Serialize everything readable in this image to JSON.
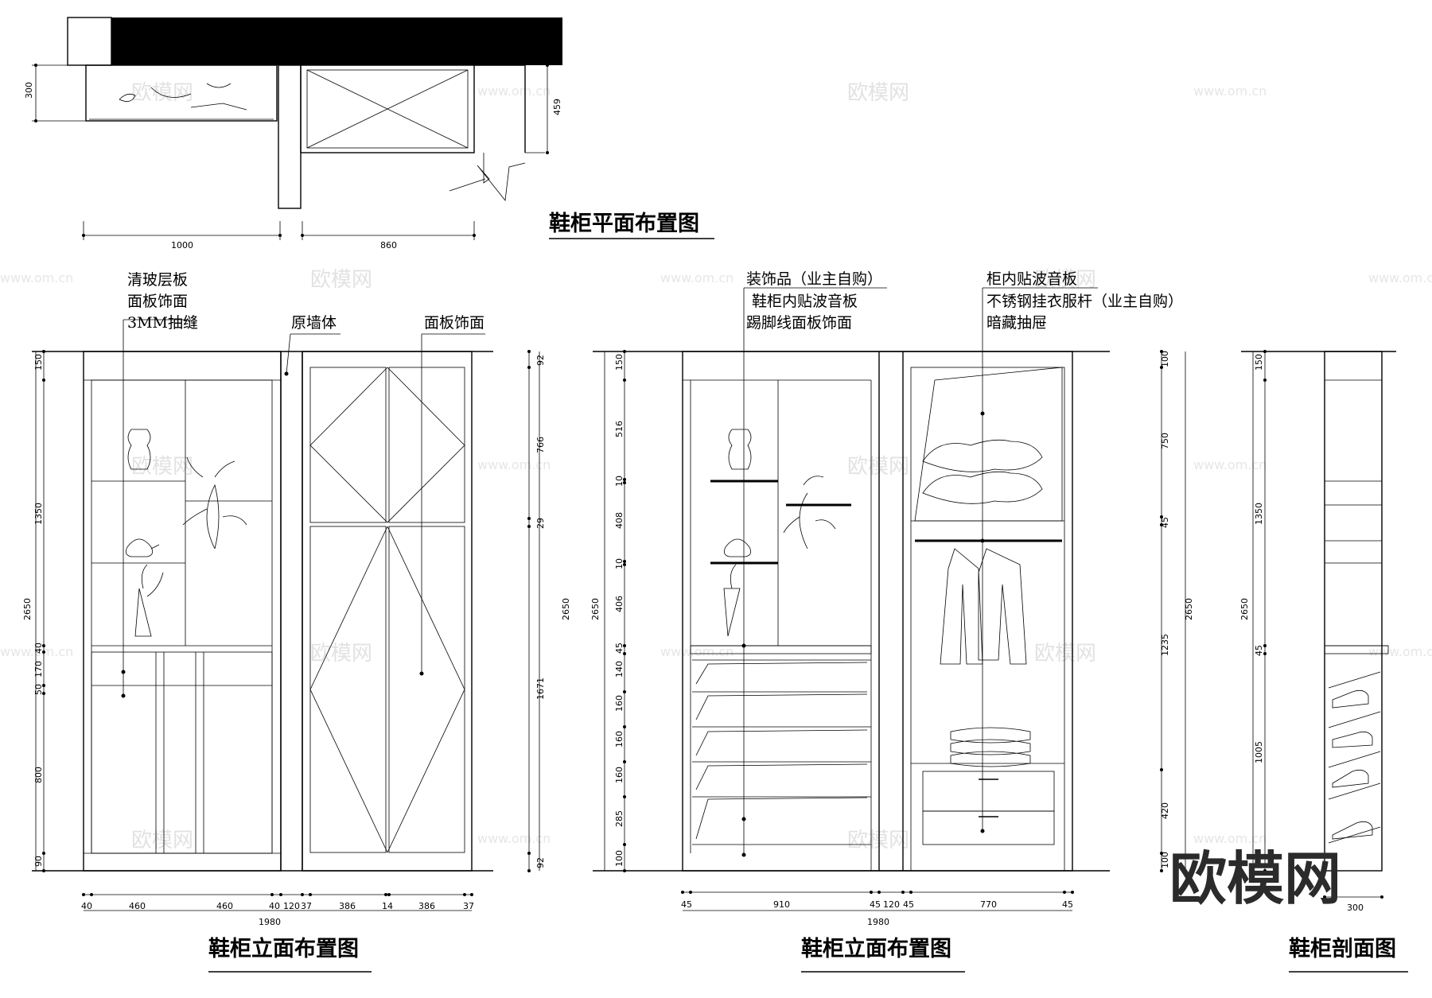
{
  "titles": {
    "plan": "鞋柜平面布置图",
    "elevation_left": "鞋柜立面布置图",
    "elevation_right": "鞋柜立面布置图",
    "section": "鞋柜剖面图"
  },
  "labels": {
    "left": [
      "清玻层板",
      "面板饰面",
      "3MM抽缝"
    ],
    "wall": "原墙体",
    "door_face": "面板饰面",
    "mid": [
      "装饰品（业主自购）",
      "鞋柜内贴波音板",
      "踢脚线面板饰面"
    ],
    "right": [
      "柜内贴波音板",
      "不锈钢挂衣服杆（业主自购）",
      "暗藏抽屉"
    ]
  },
  "dims": {
    "plan": {
      "depth": "300",
      "d459": "459",
      "w1": "1000",
      "w2": "860"
    },
    "left_v": [
      "150",
      "1350",
      "2650",
      "40",
      "170",
      "50",
      "800",
      "90"
    ],
    "left_right_v": [
      "92",
      "766",
      "29",
      "2650",
      "1671",
      "92"
    ],
    "left_h": [
      "40",
      "460",
      "460",
      "40",
      "120",
      "37",
      "386",
      "14",
      "386",
      "37",
      "1980"
    ],
    "mid_v": [
      "150",
      "516",
      "10",
      "408",
      "10",
      "406",
      "2650",
      "45",
      "140",
      "160",
      "160",
      "160",
      "285",
      "100"
    ],
    "mid_right_v": [
      "100",
      "750",
      "45",
      "1235",
      "2650",
      "420",
      "100"
    ],
    "mid_h": [
      "45",
      "910",
      "45",
      "120",
      "45",
      "770",
      "45",
      "1980"
    ],
    "sec_v": [
      "150",
      "1350",
      "2650",
      "45",
      "1005"
    ],
    "sec_h": "300"
  },
  "watermark": {
    "text": "欧模网",
    "url": "www.om.cn"
  },
  "brand": "欧模网"
}
